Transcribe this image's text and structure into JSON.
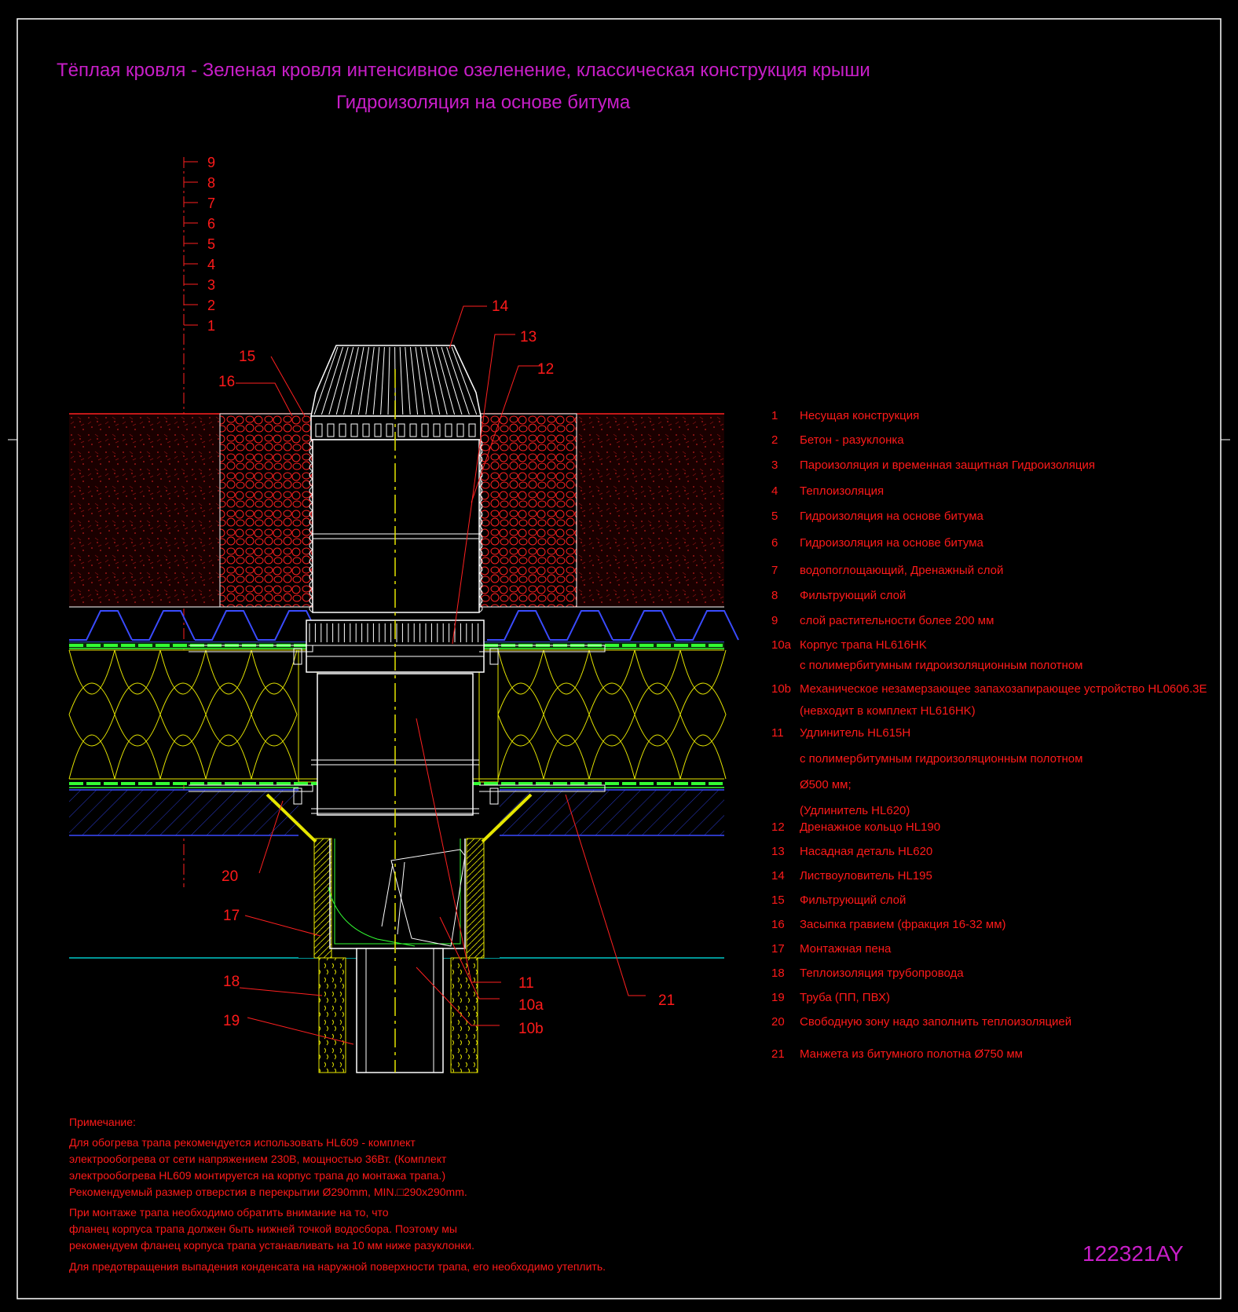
{
  "title": {
    "line1": "Тёплая кровля - Зеленая кровля интенсивное озеленение, классическая конструкция крыши",
    "line2": "Гидроизоляция на основе битума"
  },
  "layer_scale": [
    "9",
    "8",
    "7",
    "6",
    "5",
    "4",
    "3",
    "2",
    "1"
  ],
  "leaders": {
    "n14": "14",
    "n13": "13",
    "n12": "12",
    "n15": "15",
    "n16": "16",
    "n20": "20",
    "n17": "17",
    "n18": "18",
    "n19": "19",
    "n11": "11",
    "n10a": "10a",
    "n10b": "10b",
    "n21": "21"
  },
  "legend": [
    {
      "num": "1",
      "lines": [
        "Несущая конструкция"
      ]
    },
    {
      "num": "2",
      "lines": [
        "Бетон - разуклонка"
      ]
    },
    {
      "num": "3",
      "lines": [
        "Пароизоляция и временная защитная Гидроизоляция"
      ]
    },
    {
      "num": "4",
      "lines": [
        "Теплоизоляция"
      ]
    },
    {
      "num": "5",
      "lines": [
        "Гидроизоляция на основе битума"
      ]
    },
    {
      "num": "6",
      "lines": [
        "Гидроизоляция на основе битума"
      ]
    },
    {
      "num": "7",
      "lines": [
        "водопоглощающий, Дренажный слой"
      ]
    },
    {
      "num": "8",
      "lines": [
        "Фильтрующий слой"
      ]
    },
    {
      "num": "9",
      "lines": [
        "слой растительности более 200 мм"
      ]
    },
    {
      "num": "10a",
      "lines": [
        "Корпус трапа HL616HK",
        "с полимербитумным гидроизоляционным полотном"
      ]
    },
    {
      "num": "10b",
      "lines": [
        "Механическое незамерзающее запахозапирающее устройство HL0606.3E",
        "(невходит в комплект HL616HK)"
      ]
    },
    {
      "num": "11",
      "lines": [
        "Удлинитель HL615H",
        " с полимербитумным гидроизоляционным полотном",
        "Ø500 мм;",
        "(Удлинитель HL620)"
      ]
    },
    {
      "num": "12",
      "lines": [
        "Дренажное кольцо HL190"
      ]
    },
    {
      "num": "13",
      "lines": [
        "Насадная деталь HL620"
      ]
    },
    {
      "num": "14",
      "lines": [
        "Листвоуловитель HL195"
      ]
    },
    {
      "num": "15",
      "lines": [
        "Фильтрующий слой"
      ]
    },
    {
      "num": "16",
      "lines": [
        "Засыпка гравием (фракция 16-32 мм)"
      ]
    },
    {
      "num": "17",
      "lines": [
        "Монтажная пена"
      ]
    },
    {
      "num": "18",
      "lines": [
        "Теплоизоляция трубопровода"
      ]
    },
    {
      "num": "19",
      "lines": [
        "Труба (ПП, ПВХ)"
      ]
    },
    {
      "num": "20",
      "lines": [
        "Свободную зону надо заполнить теплоизоляцией"
      ]
    },
    {
      "num": "21",
      "lines": [
        "Манжета из битумного полотна Ø750 мм"
      ]
    }
  ],
  "notes": {
    "heading": "Примечание:",
    "lines": [
      "Для обогрева трапа рекомендуется использовать HL609 - комплект",
      "электрообогрева от сети напряжением 230В, мощностью 36Вт. (Комплект",
      "электрообогрева HL609 монтируется на корпус трапа до монтажа трапа.)",
      "Рекомендуемый размер отверстия в перекрытии Ø290mm, MIN.□290x290mm.",
      "При монтаже трапа необходимо обратить внимание на то, что",
      "фланец корпуса трапа должен быть нижней точкой водосбора. Поэтому мы",
      "рекомендуем фланец корпуса трапа устанавливать на 10 мм ниже разуклонки.",
      "Для предотвращения выпадения конденсата на наружной поверхности трапа, его необходимо утеплить."
    ]
  },
  "drawing_code": "122321AY",
  "colors": {
    "background": "#000000",
    "title": "#c81ec8",
    "annotation": "#ff1a1a",
    "frame": "#ffffff",
    "membrane": "#33ff33",
    "drainage": "#3a4bff",
    "insulation": "#e6e600",
    "soil": "#ff2a2a",
    "slab_line": "#00c8c8"
  }
}
